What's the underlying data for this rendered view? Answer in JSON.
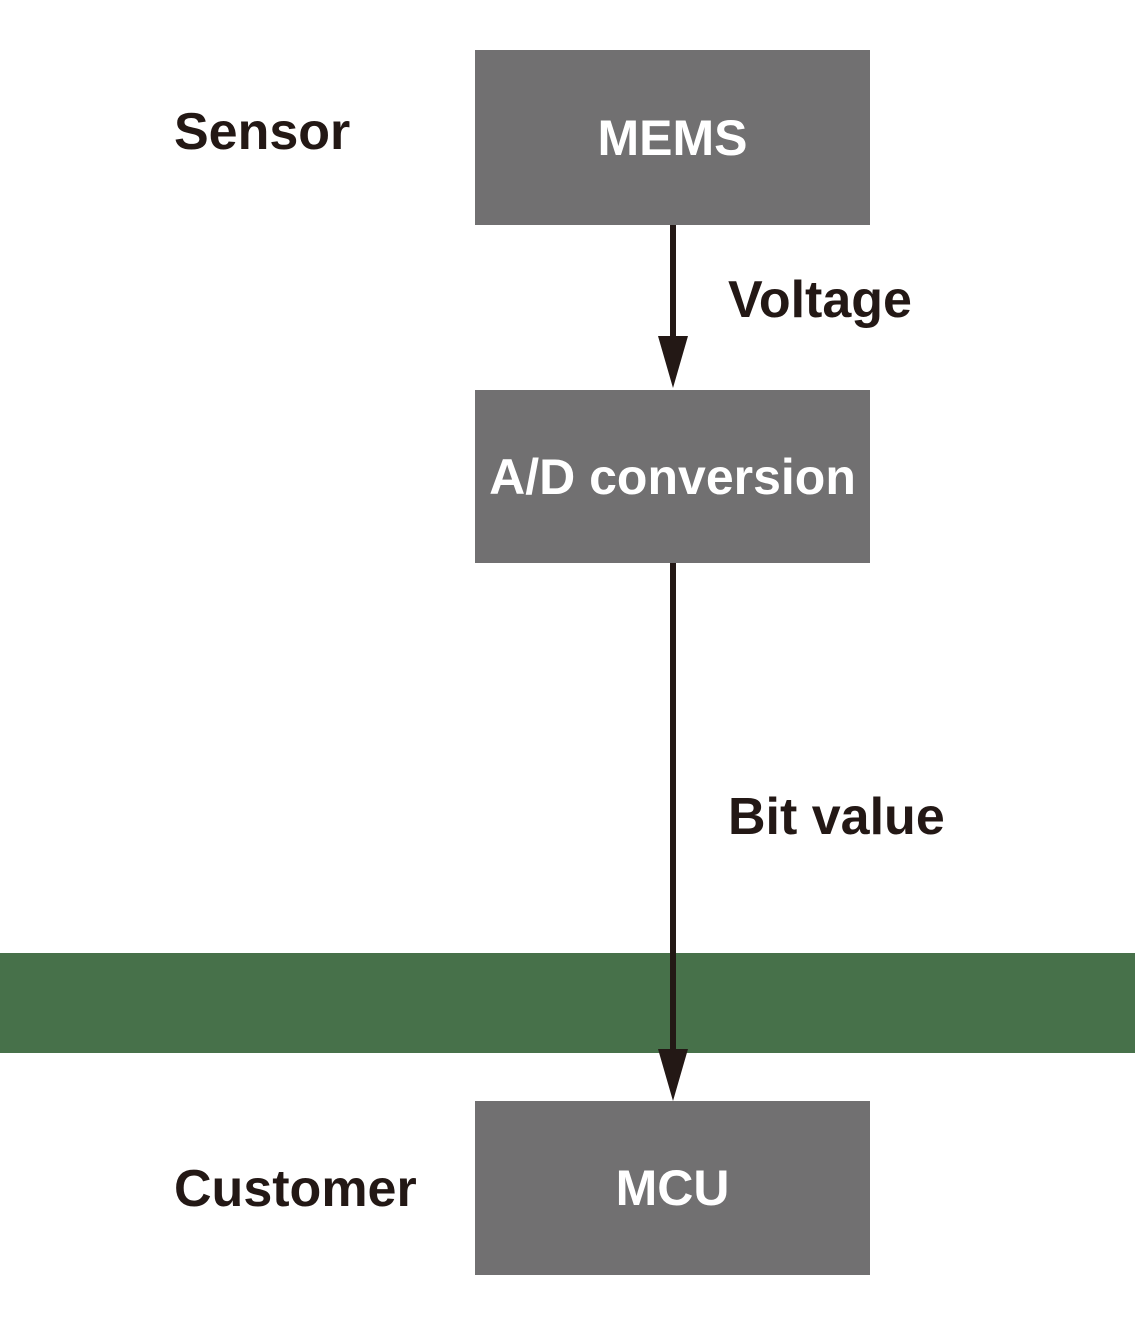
{
  "diagram": {
    "type": "flow-diagram",
    "colors": {
      "background": "#ffffff",
      "box_gray": "#717071",
      "band_green": "#47714A",
      "ink": "#231815",
      "box_label": "#ffffff"
    },
    "actors": {
      "sensor": "Sensor",
      "customer": "Customer"
    },
    "nodes": [
      {
        "id": "mems",
        "label": "MEMS"
      },
      {
        "id": "ad-conversion",
        "label": "A/D conversion"
      },
      {
        "id": "mcu",
        "label": "MCU"
      }
    ],
    "edges": [
      {
        "from": "mems",
        "to": "ad-conversion",
        "label": "Voltage"
      },
      {
        "from": "ad-conversion",
        "to": "mcu",
        "label": "Bit value"
      }
    ]
  }
}
